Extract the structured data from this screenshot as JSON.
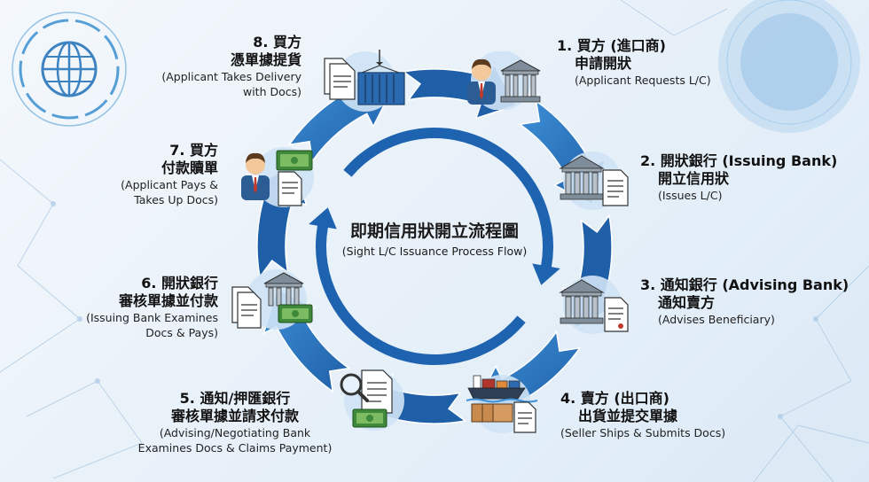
{
  "center": {
    "title": "即期信用狀開立流程圖",
    "subtitle": "(Sight L/C Issuance Process Flow)"
  },
  "steps": [
    {
      "zh1": "1. 買方 (進口商)",
      "zh2": "申請開狀",
      "en1": "(Applicant Requests L/C)",
      "en2": ""
    },
    {
      "zh1": "2. 開狀銀行 (Issuing Bank)",
      "zh2": "開立信用狀",
      "en1": "(Issues L/C)",
      "en2": ""
    },
    {
      "zh1": "3. 通知銀行 (Advising Bank)",
      "zh2": "通知賣方",
      "en1": "(Advises Beneficiary)",
      "en2": ""
    },
    {
      "zh1": "4. 賣方 (出口商)",
      "zh2": "出貨並提交單據",
      "en1": "(Seller Ships & Submits Docs)",
      "en2": ""
    },
    {
      "zh1": "5. 通知/押匯銀行",
      "zh2": "審核單據並請求付款",
      "en1": "(Advising/Negotiating Bank",
      "en2": "Examines Docs & Claims Payment)"
    },
    {
      "zh1": "6. 開狀銀行",
      "zh2": "審核單據並付款",
      "en1": "(Issuing Bank Examines",
      "en2": "Docs & Pays)"
    },
    {
      "zh1": "7. 買方",
      "zh2": "付款贖單",
      "en1": "(Applicant Pays &",
      "en2": "Takes Up Docs)"
    },
    {
      "zh1": "8. 買方",
      "zh2": "憑單據提貨",
      "en1": "(Applicant Takes Delivery",
      "en2": "with Docs)"
    }
  ],
  "colors": {
    "ring_dark": "#1f5fa8",
    "ring_light": "#3d8fd6",
    "inner_arrow": "#1e63b0",
    "icon_bg": "#cfe3f5"
  },
  "icons": [
    "globe-icon",
    "person-icon",
    "bank-icon",
    "document-icon",
    "ship-icon",
    "magnifier-icon",
    "money-icon",
    "container-icon"
  ]
}
